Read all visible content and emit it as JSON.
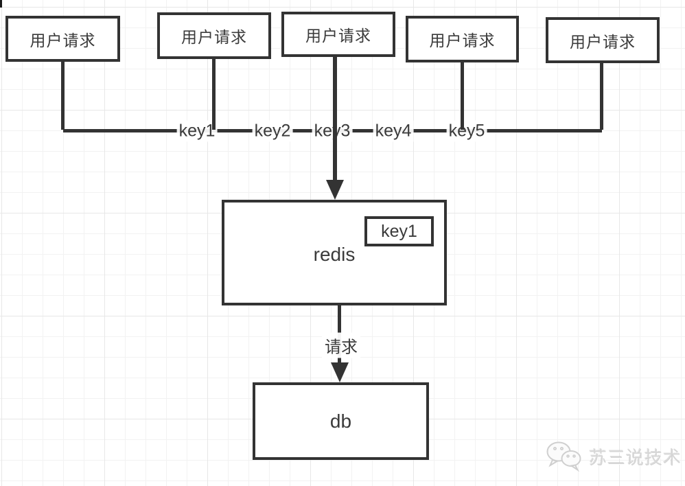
{
  "diagram": {
    "user_request_boxes": [
      {
        "label": "用户请求"
      },
      {
        "label": "用户请求"
      },
      {
        "label": "用户请求"
      },
      {
        "label": "用户请求"
      },
      {
        "label": "用户请求"
      }
    ],
    "key_labels": [
      "key1",
      "key2",
      "key3",
      "key4",
      "key5"
    ],
    "redis_box": {
      "label": "redis",
      "cached_key": "key1"
    },
    "request_arrow_label": "请求",
    "db_box": {
      "label": "db"
    },
    "watermark": {
      "text": "苏三说技术",
      "icon": "wechat-chat-bubbles-icon"
    },
    "colors": {
      "line": "#333333",
      "text": "#3a3a3a",
      "grid_minor": "#f2f2f2",
      "grid_major": "#e7e7e7",
      "watermark_gray": "#d6d6d6"
    }
  }
}
